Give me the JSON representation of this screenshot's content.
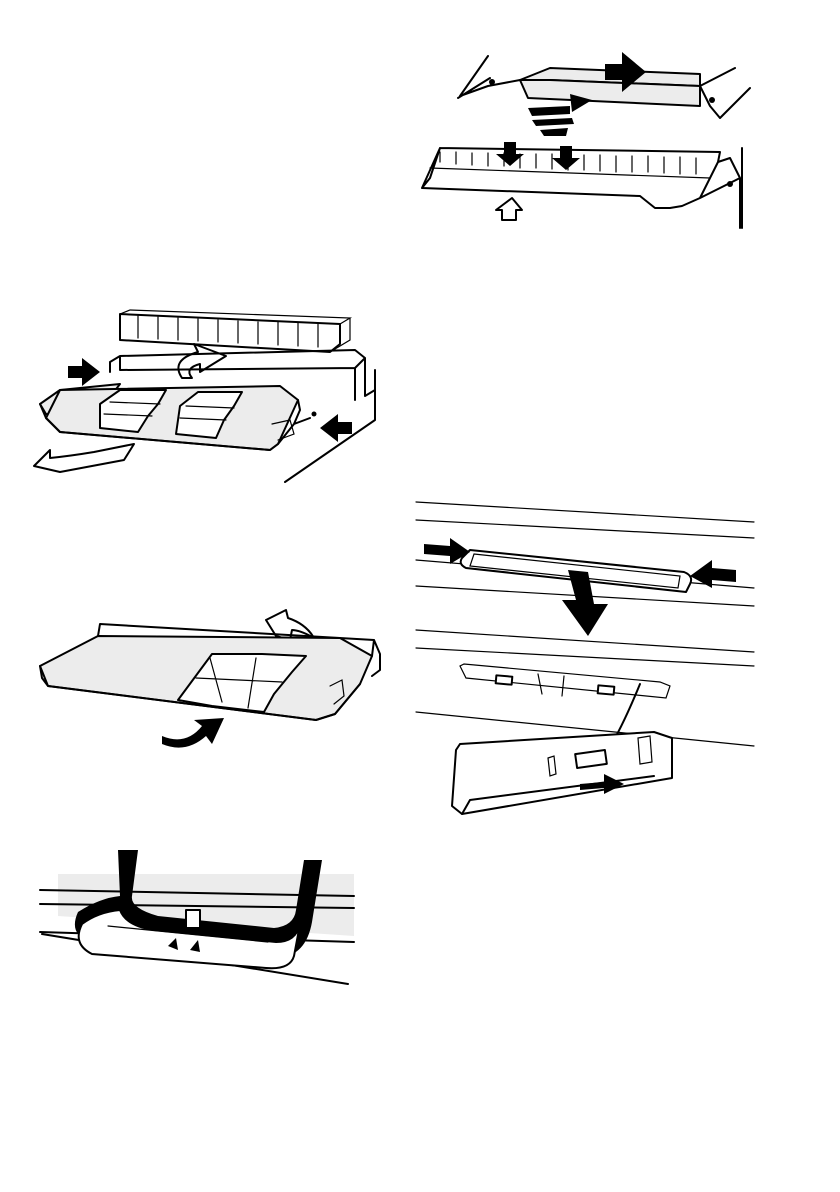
{
  "page": {
    "background": "#ffffff",
    "ink": "#000000",
    "panel_fill": "#ececec"
  },
  "figures": [
    {
      "id": "fig-top-right",
      "depicts": [
        "grease-filter-strip",
        "sliding-panel",
        "direction-arrows"
      ]
    },
    {
      "id": "fig-filter-lift",
      "depicts": [
        "grease-filter-strip",
        "filter-tray",
        "press-arrows",
        "lift-arrows"
      ]
    },
    {
      "id": "fig-lamp-cover",
      "depicts": [
        "lamp-cover",
        "press-arrows",
        "pull-arrow",
        "connector"
      ]
    },
    {
      "id": "fig-filter-tray",
      "depicts": [
        "filter-tray",
        "tilt-arrows"
      ]
    },
    {
      "id": "fig-handle-detail",
      "depicts": [
        "handle-frame",
        "latch"
      ]
    }
  ]
}
